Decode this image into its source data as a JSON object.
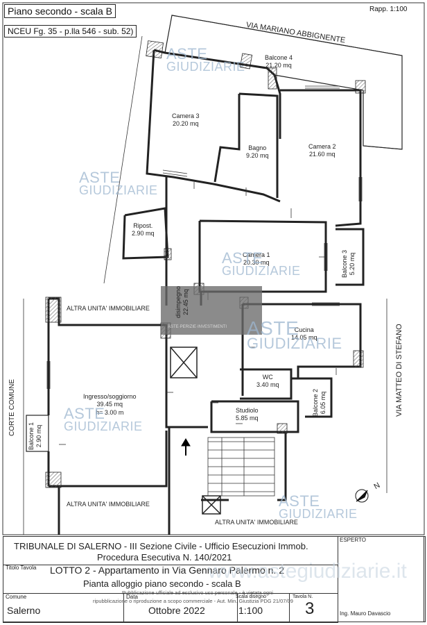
{
  "header": {
    "floor": "Piano secondo - scala B",
    "cadastre": "NCEU Fg. 35 - p.lla 546 - sub. 52)",
    "scale": "Rapp. 1:100"
  },
  "streets": {
    "north": "VIA MARIANO ABBIGNENTE",
    "east": "VIA MATTEO DI STEFANO",
    "west": "CORTE COMUNE"
  },
  "rooms": [
    {
      "name": "Balcone 4",
      "area": "21.20 mq"
    },
    {
      "name": "Camera 3",
      "area": "20.20 mq"
    },
    {
      "name": "Bagno",
      "area": "9.20 mq"
    },
    {
      "name": "Camera 2",
      "area": "21.60 mq"
    },
    {
      "name": "Ripost.",
      "area": "2.90 mq"
    },
    {
      "name": "Camera 1",
      "area": "20.30 mq"
    },
    {
      "name": "Balcone 3",
      "area": "5.20 mq"
    },
    {
      "name": "disimpegno",
      "area": "22.45 mq"
    },
    {
      "name": "Cucina",
      "area": "14.05 mq"
    },
    {
      "name": "WC",
      "area": "3.40 mq"
    },
    {
      "name": "Ingresso/soggiorno",
      "area": "39.45 mq",
      "height": "h= 3.00 m"
    },
    {
      "name": "Studiolo",
      "area": "5.85 mq"
    },
    {
      "name": "Balcone 2",
      "area": "6.05 mq"
    },
    {
      "name": "Balcone 1",
      "area": "2.90 mq"
    }
  ],
  "other_units": [
    "ALTRA UNITA' IMMOBILIARE",
    "ALTRA UNITA' IMMOBILIARE",
    "ALTRA UNITA' IMMOBILIARE"
  ],
  "north_label": "N",
  "watermark": {
    "line1": "ASTE",
    "line2": "GIUDIZIARIE",
    "logo_text": "ASTE·PERIZIE·INVESTIMENTI",
    "site": "www.astegiudiziarie.it"
  },
  "title_block": {
    "court": "TRIBUNALE DI SALERNO - III Sezione Civile - Ufficio Esecuzioni Immob.",
    "procedure": "Procedura Esecutiva N. 140/2021",
    "expert_label": "ESPERTO",
    "titolo_label": "Titolo Tavola",
    "lotto": "LOTTO 2 - Appartamento in Via Gennaro Palermo n. 2",
    "pianta": "Pianta alloggio piano secondo - scala B",
    "comune_label": "Comune",
    "comune": "Salerno",
    "data_label": "Data",
    "data": "Ottobre 2022",
    "scala_label": "Scala disegno",
    "scala": "1:100",
    "tavola_label": "Tavola N.",
    "tavola": "3",
    "expert": "Ing. Mauro Davascio",
    "notice1": "Pubblicazione ufficiale ad esclusivo uso personale - è vietata ogni",
    "notice2": "ripubblicazione o riproduzione a scopo commerciale - Aut. Min. Giustizia PDG 21/07/09"
  }
}
